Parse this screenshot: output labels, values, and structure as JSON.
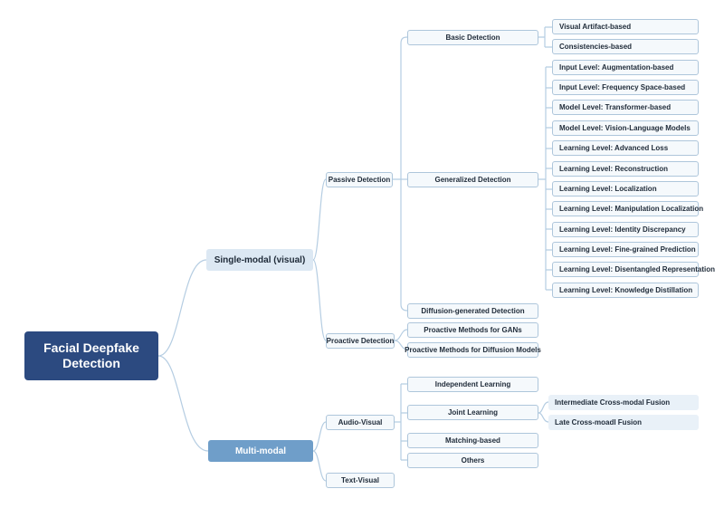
{
  "root": "Facial Deepfake Detection",
  "single_modal": {
    "label": "Single-modal (visual)",
    "passive": {
      "label": "Passive Detection",
      "basic": {
        "label": "Basic Detection",
        "items": [
          "Visual Artifact-based",
          "Consistencies-based"
        ]
      },
      "generalized": {
        "label": "Generalized Detection",
        "items": [
          "Input Level: Augmentation-based",
          "Input Level: Frequency Space-based",
          "Model Level: Transformer-based",
          "Model Level: Vision-Language Models",
          "Learning Level: Advanced Loss",
          "Learning Level: Reconstruction",
          "Learning Level: Localization",
          "Learning Level: Manipulation Localization",
          "Learning Level: Identity Discrepancy",
          "Learning Level: Fine-grained Prediction",
          "Learning Level: Disentangled Representation",
          "Learning Level: Knowledge Distillation"
        ]
      },
      "diffusion": "Diffusion-generated Detection"
    },
    "proactive": {
      "label": "Proactive Detection",
      "items": [
        "Proactive Methods for GANs",
        "Proactive Methods for Diffusion Models"
      ]
    }
  },
  "multi_modal": {
    "label": "Multi-modal",
    "audio_visual": {
      "label": "Audio-Visual",
      "independent": "Independent Learning",
      "joint": {
        "label": "Joint Learning",
        "items": [
          "Intermediate Cross-modal Fusion",
          "Late Cross-moadl Fusion"
        ]
      },
      "matching": "Matching-based",
      "others": "Others"
    },
    "text_visual": "Text-Visual"
  }
}
